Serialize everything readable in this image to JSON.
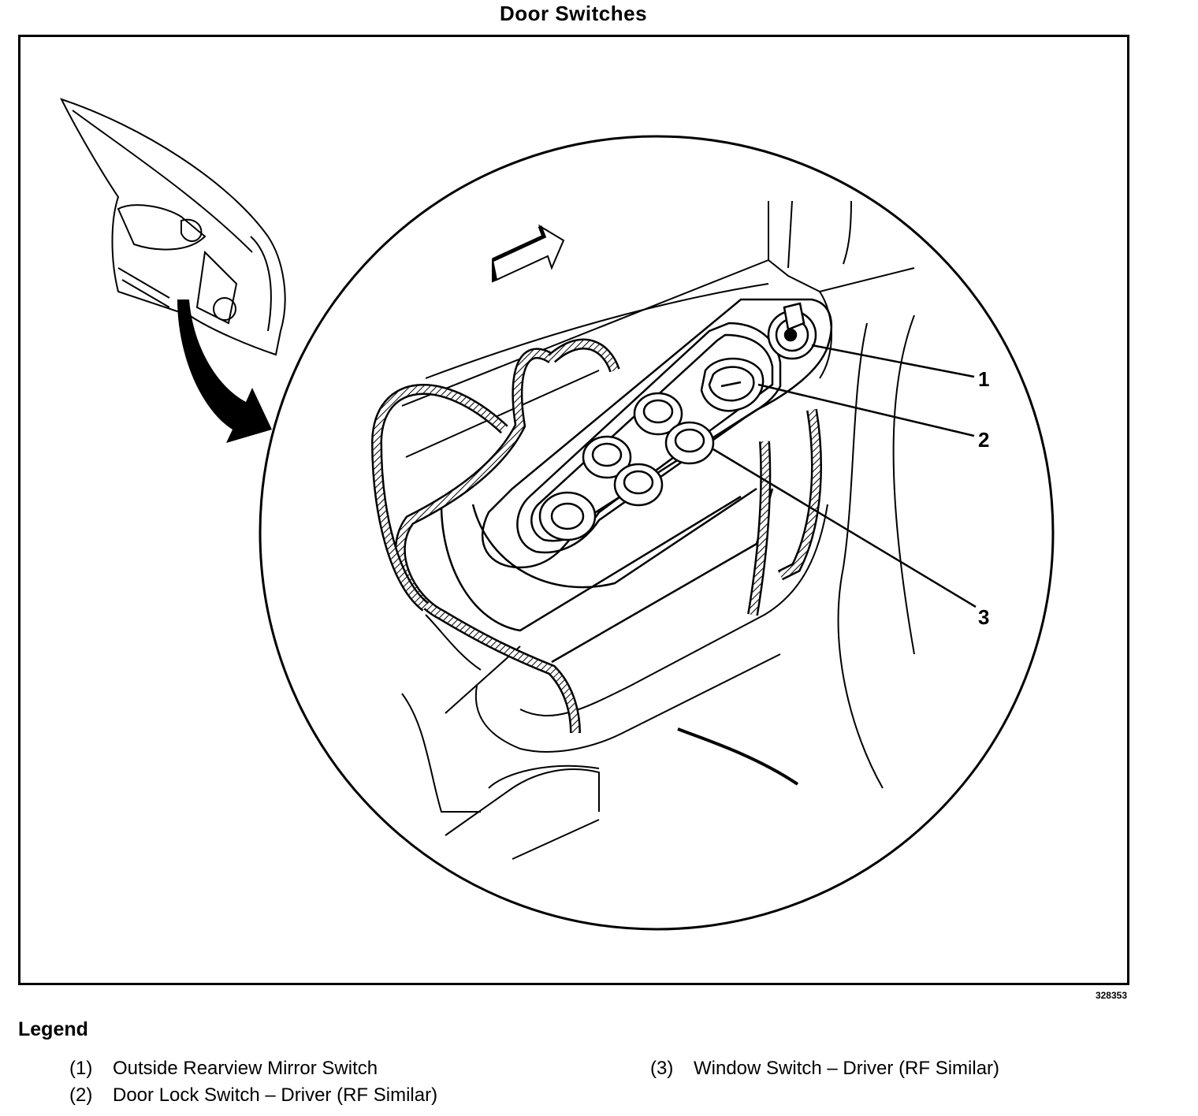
{
  "title": "Door Switches",
  "figure_id": "328353",
  "callouts": [
    "1",
    "2",
    "3"
  ],
  "legend": {
    "heading": "Legend",
    "items": [
      {
        "num": "(1)",
        "text": "Outside Rearview Mirror Switch"
      },
      {
        "num": "(2)",
        "text": "Door Lock Switch – Driver (RF Similar)"
      },
      {
        "num": "(3)",
        "text": "Window Switch – Driver (RF Similar)"
      }
    ]
  }
}
